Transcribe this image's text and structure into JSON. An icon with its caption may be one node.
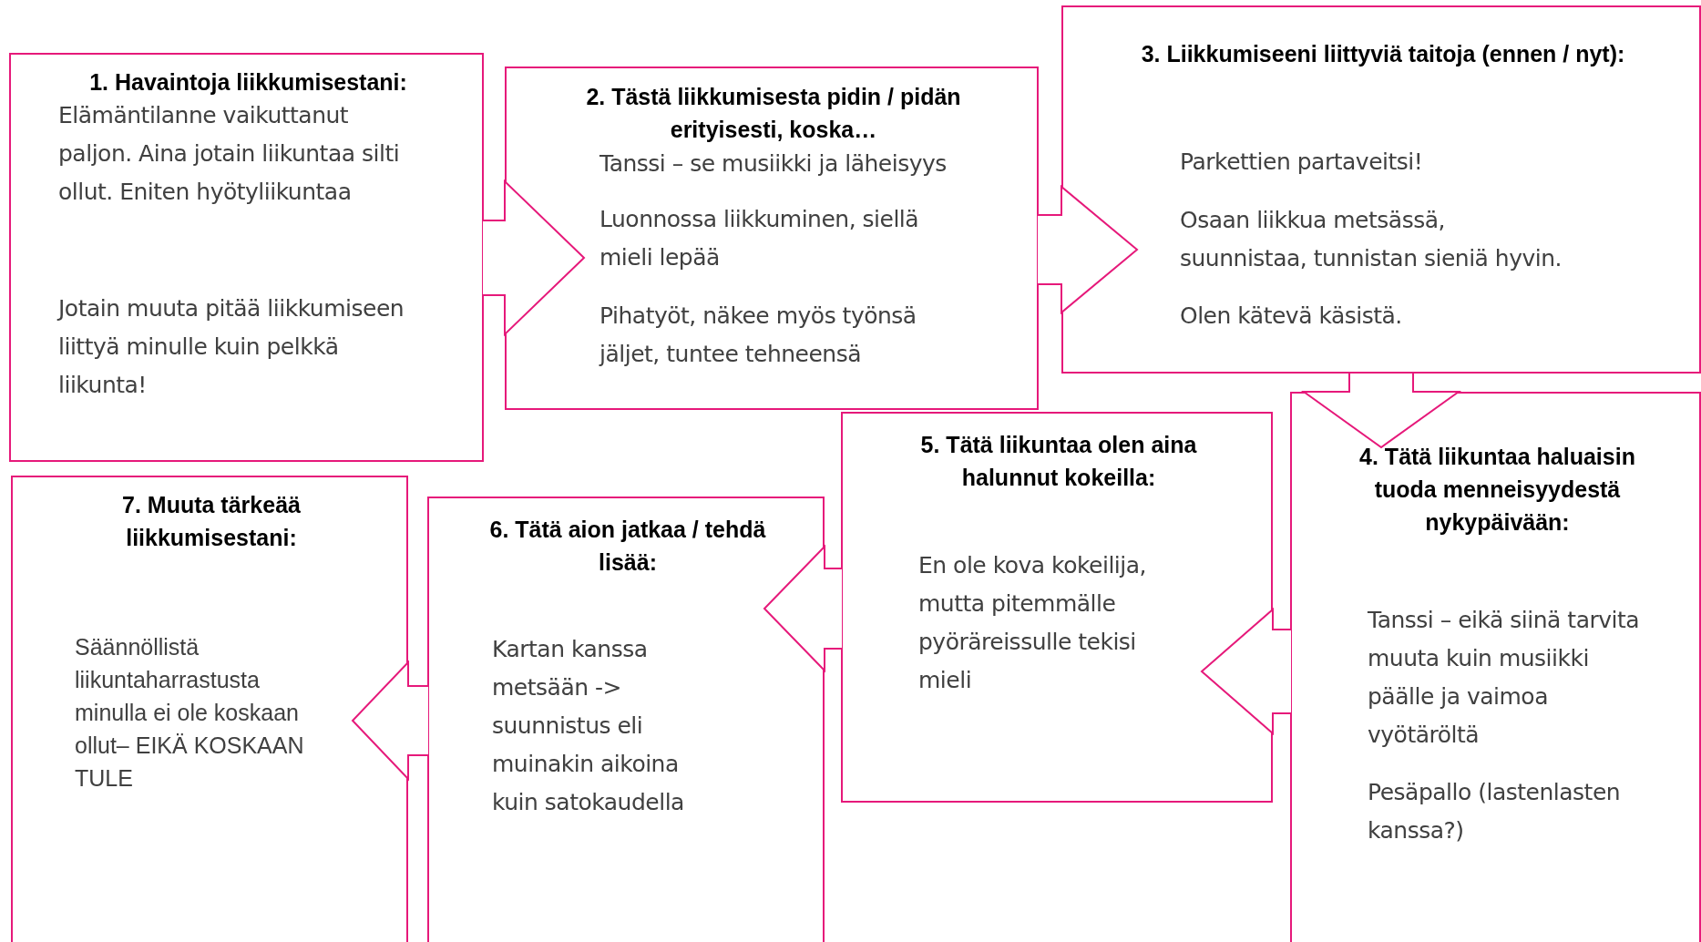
{
  "diagram": {
    "nodes": [
      {
        "text": [
          "1. Havaintoja liikkumisestani:",
          "Elämäntilanne vaikuttanut paljon. Aina jotain liikuntaa silti ollut. Eniten hyötyliikuntaa",
          "Jotain muuta pitää liikkumiseen liittyä minulle kuin pelkkä liikunta!"
        ]
      },
      {
        "text": [
          "2. Tästä liikkumisesta pidin / pidän erityisesti, koska…",
          "Tanssi – se musiikki ja läheisyys",
          "Luonnossa liikkuminen, siellä mieli lepää",
          "Pihatyöt, näkee myös työnsä jäljet, tuntee tehneensä"
        ]
      },
      {
        "text": [
          "3. Liikkumiseeni liittyviä taitoja (ennen / nyt):",
          "Parkettien partaveitsi!",
          "Osaan liikkua metsässä, suunnistaa, tunnistan sieniä hyvin.",
          "Olen kätevä käsistä."
        ]
      },
      {
        "text": [
          "4. Tätä liikuntaa haluaisin tuoda menneisyydestä nykypäivään:",
          "Tanssi – eikä siinä tarvita muuta kuin musiikki päälle ja vaimoa vyötäröltä",
          "Pesäpallo (lastenlasten kanssa?)"
        ]
      },
      {
        "text": [
          "5. Tätä liikuntaa olen aina halunnut kokeilla:",
          "En ole kova kokeilija, mutta pitemmälle pyöräreissulle tekisi mieli"
        ]
      },
      {
        "text": [
          "6. Tätä aion jatkaa / tehdä lisää:",
          "Kartan kanssa metsään -> suunnistus eli muinakin aikoina kuin satokaudella"
        ]
      },
      {
        "text": [
          "7. Muuta tärkeää liikkumisestani:",
          "Säännöllistä liikuntaharrastusta minulla ei ole koskaan ollut– EIKÄ KOSKAAN TULE"
        ]
      }
    ],
    "edges": [
      {
        "from": 0,
        "to": 1,
        "arrow": "to"
      },
      {
        "from": 1,
        "to": 2,
        "arrow": "to"
      },
      {
        "from": 2,
        "to": 3,
        "arrow": "to"
      },
      {
        "from": 3,
        "to": 4,
        "arrow": "to"
      },
      {
        "from": 4,
        "to": 5,
        "arrow": "to"
      },
      {
        "from": 5,
        "to": 6,
        "arrow": "to"
      }
    ]
  }
}
